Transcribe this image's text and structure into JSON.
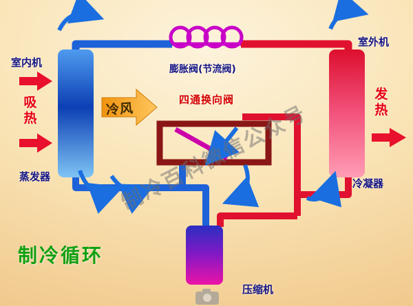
{
  "labels": {
    "indoor_unit": "室内机",
    "absorb_heat": "吸热",
    "evaporator": "蒸发器",
    "cold_wind": "冷风",
    "expansion_valve": "膨胀阀(节流阀)",
    "four_way_valve": "四通换向阀",
    "outdoor_unit": "室外机",
    "heat_release": "发热",
    "condenser": "冷凝器",
    "compressor": "压缩机",
    "cycle_title": "制冷循环",
    "watermark": "制冷百科微信公众号"
  },
  "icons": {
    "watermark_icon": "camera-icon"
  },
  "colors": {
    "pipe_cold": "#1d62d8",
    "pipe_hot": "#e0112f",
    "coil_magenta": "#c800c8",
    "valve_ring": "#8a1616",
    "label_navy": "#161685",
    "label_red": "#e60012",
    "title_green": "#12a012",
    "wind_arrow_orange": "#f0930e",
    "evaporator_blue": "#0c3fb4",
    "condenser_red": "#dd0f2f",
    "compressor_magenta": "#ec13a6",
    "background_edge": "#edc083"
  }
}
